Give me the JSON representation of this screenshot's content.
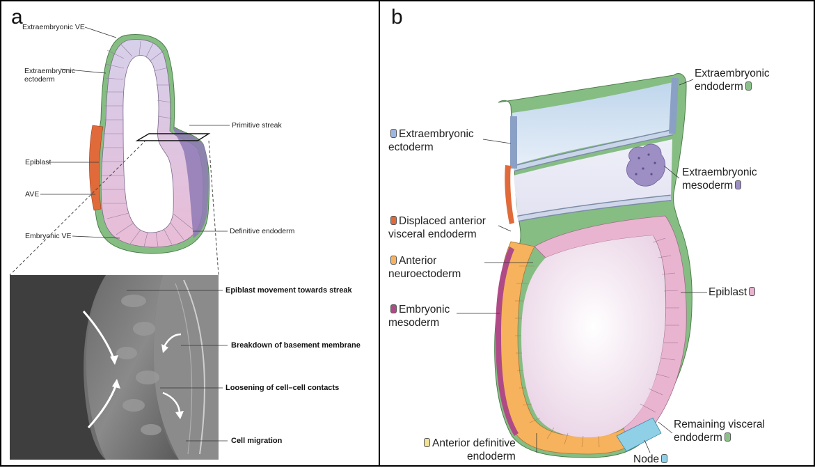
{
  "panel_a": {
    "letter": "a",
    "labels": {
      "extraembryonic_ve": "Extraembryonic VE",
      "extraembryonic_ectoderm": "Extraembryonic\nectoderm",
      "primitive_streak": "Primitive streak",
      "epiblast": "Epiblast",
      "ave": "AVE",
      "definitive_endoderm": "Definitive endoderm",
      "embryonic_ve": "Embryonic VE"
    },
    "sem_labels": {
      "epiblast_movement": "Epiblast movement towards streak",
      "breakdown": "Breakdown of basement membrane",
      "loosening": "Loosening of cell–cell contacts",
      "cell_migration": "Cell migration"
    }
  },
  "panel_b": {
    "letter": "b",
    "labels": {
      "extraembryonic_endoderm": "Extraembryonic\nendoderm",
      "extraembryonic_ectoderm": "Extraembryonic\nectoderm",
      "extraembryonic_mesoderm": "Extraembryonic\nmesoderm",
      "displaced_ave": "Displaced anterior\nvisceral endoderm",
      "anterior_neuroectoderm": "Anterior\nneuroectoderm",
      "epiblast": "Epiblast",
      "embryonic_mesoderm": "Embryonic\nmesoderm",
      "remaining_ve": "Remaining visceral\nendoderm",
      "anterior_definitive_endoderm": "Anterior definitive\nendoderm",
      "node": "Node"
    }
  },
  "colors": {
    "epiblast_pink": "#e8b4cf",
    "extraembryonic_ectoderm_lilac": "#cfc6e6",
    "visceral_endoderm_green": "#8cc08a",
    "ave_orange": "#e06a3a",
    "anterior_neuroectoderm_orange": "#f6b25c",
    "embryonic_mesoderm_magenta": "#b04a86",
    "definitive_endoderm_yellow": "#f3e39a",
    "node_blue": "#8fd0e6",
    "extraembryonic_mesoderm_purple": "#9d8fc4",
    "cavity_blue": "#d6e6f3"
  }
}
